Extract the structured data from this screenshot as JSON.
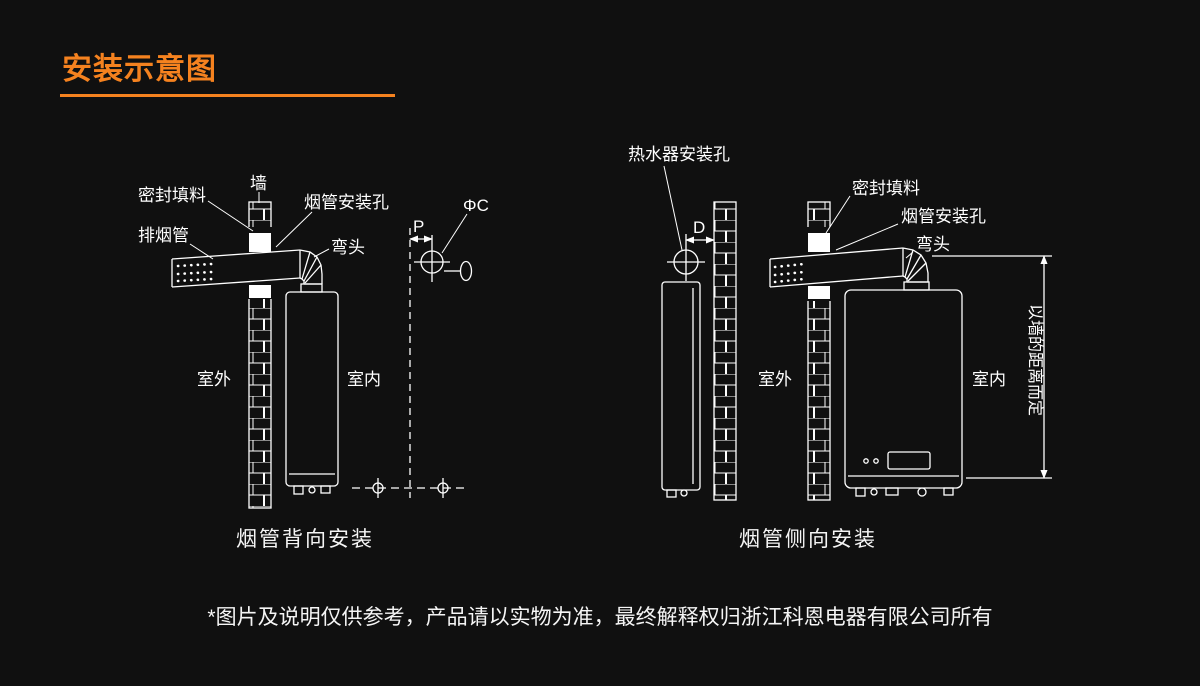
{
  "colors": {
    "background": "#101010",
    "accent_orange": "#f5821f",
    "line_white": "#ffffff"
  },
  "header": {
    "title": "安装示意图"
  },
  "left_diagram": {
    "caption": "烟管背向安装",
    "labels": {
      "sealing_filler": "密封填料",
      "wall": "墙",
      "flue_hole": "烟管安装孔",
      "exhaust_pipe": "排烟管",
      "elbow": "弯头",
      "hole_diameter": "ΦC",
      "offset_p": "P",
      "outdoor": "室外",
      "indoor": "室内"
    }
  },
  "right_diagram": {
    "caption": "烟管侧向安装",
    "labels": {
      "heater_mount_hole": "热水器安装孔",
      "offset_d": "D",
      "sealing_filler": "密封填料",
      "flue_hole": "烟管安装孔",
      "elbow": "弯头",
      "outdoor": "室外",
      "indoor": "室内",
      "wall_distance_note": "以墙的距离而定"
    }
  },
  "footnote": "*图片及说明仅供参考，产品请以实物为准，最终解释权归浙江科恩电器有限公司所有"
}
